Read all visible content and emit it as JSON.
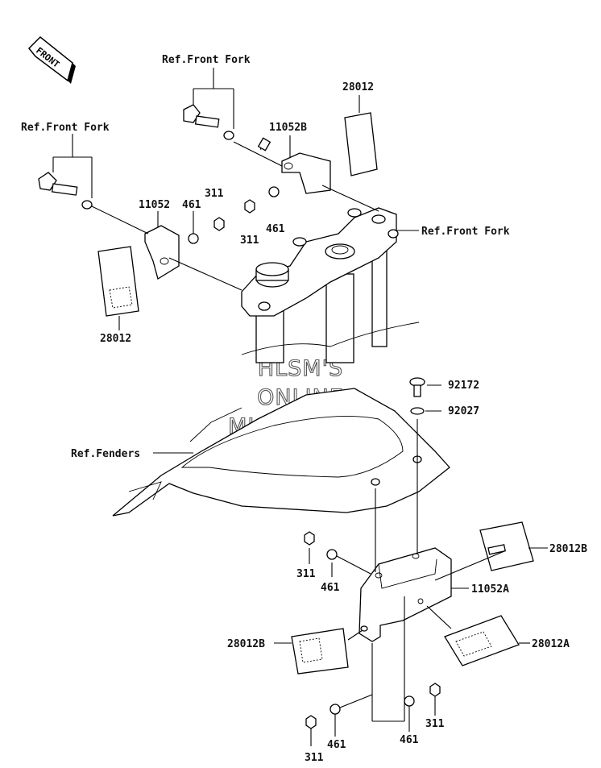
{
  "front_arrow": {
    "text": "FRONT"
  },
  "watermark": {
    "line1": "HLSM'S",
    "line2": "ONLINE",
    "line3": "MICROFICHE"
  },
  "labels": {
    "ref_front_fork_top": "Ref.Front Fork",
    "ref_front_fork_left": "Ref.Front Fork",
    "ref_front_fork_right": "Ref.Front Fork",
    "ref_fenders": "Ref.Fenders",
    "p28012_top": "28012",
    "p11052b": "11052B",
    "p11052": "11052",
    "p461_a": "461",
    "p311_a": "311",
    "p311_b": "311",
    "p461_b": "461",
    "p28012_left": "28012",
    "p92172": "92172",
    "p92027": "92027",
    "p28012b_right": "28012B",
    "p11052a": "11052A",
    "p28012a": "28012A",
    "p28012b_left": "28012B",
    "p311_c": "311",
    "p461_c": "461",
    "p311_d": "311",
    "p461_d": "461",
    "p461_e": "461",
    "p311_e": "311"
  }
}
